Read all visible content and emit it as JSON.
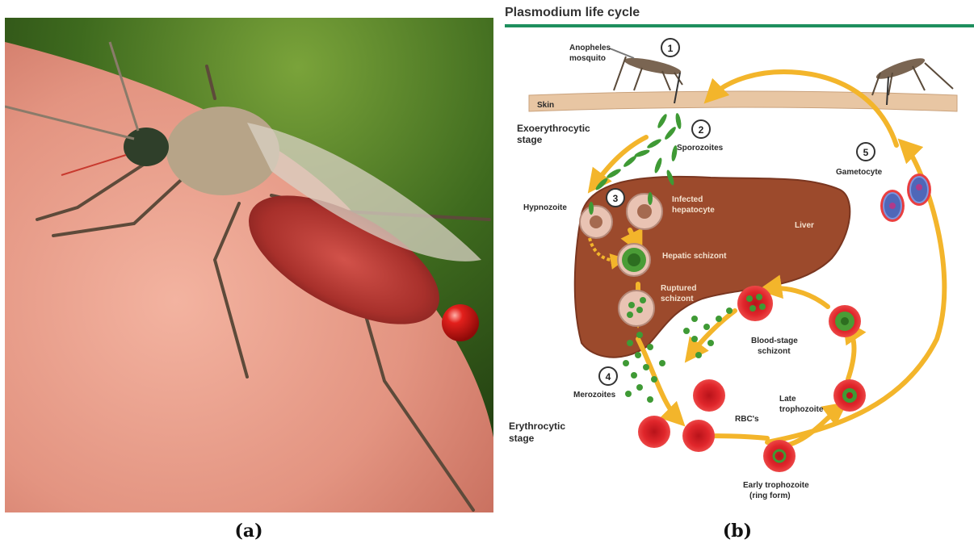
{
  "captions": {
    "a": "(a)",
    "b": "(b)"
  },
  "diagram": {
    "title": "Plasmodium life cycle",
    "labels": {
      "anopheles": "Anopheles",
      "mosquito": "mosquito",
      "skin": "Skin",
      "exo1": "Exoerythrocytic",
      "exo2": "stage",
      "sporozoites": "Sporozoites",
      "hypnozoite": "Hypnozoite",
      "infected1": "Infected",
      "infected2": "hepatocyte",
      "liver": "Liver",
      "hepatic_schizont": "Hepatic schizont",
      "ruptured1": "Ruptured",
      "ruptured2": "schizont",
      "gametocyte": "Gametocyte",
      "blood_stage1": "Blood-stage",
      "blood_stage2": "schizont",
      "merozoites": "Merozoites",
      "rbcs": "RBC's",
      "late1": "Late",
      "late2": "trophozoite",
      "ery1": "Erythrocytic",
      "ery2": "stage",
      "early1": "Early trophozoite",
      "early2": "(ring form)"
    },
    "steps": [
      "1",
      "2",
      "3",
      "4",
      "5"
    ],
    "colors": {
      "title_rule": "#1e8f5e",
      "arrow": "#f3b52b",
      "liver": "#9c4a2c",
      "skin": "#e8c6a3",
      "rbc": "#e0262b"
    }
  }
}
